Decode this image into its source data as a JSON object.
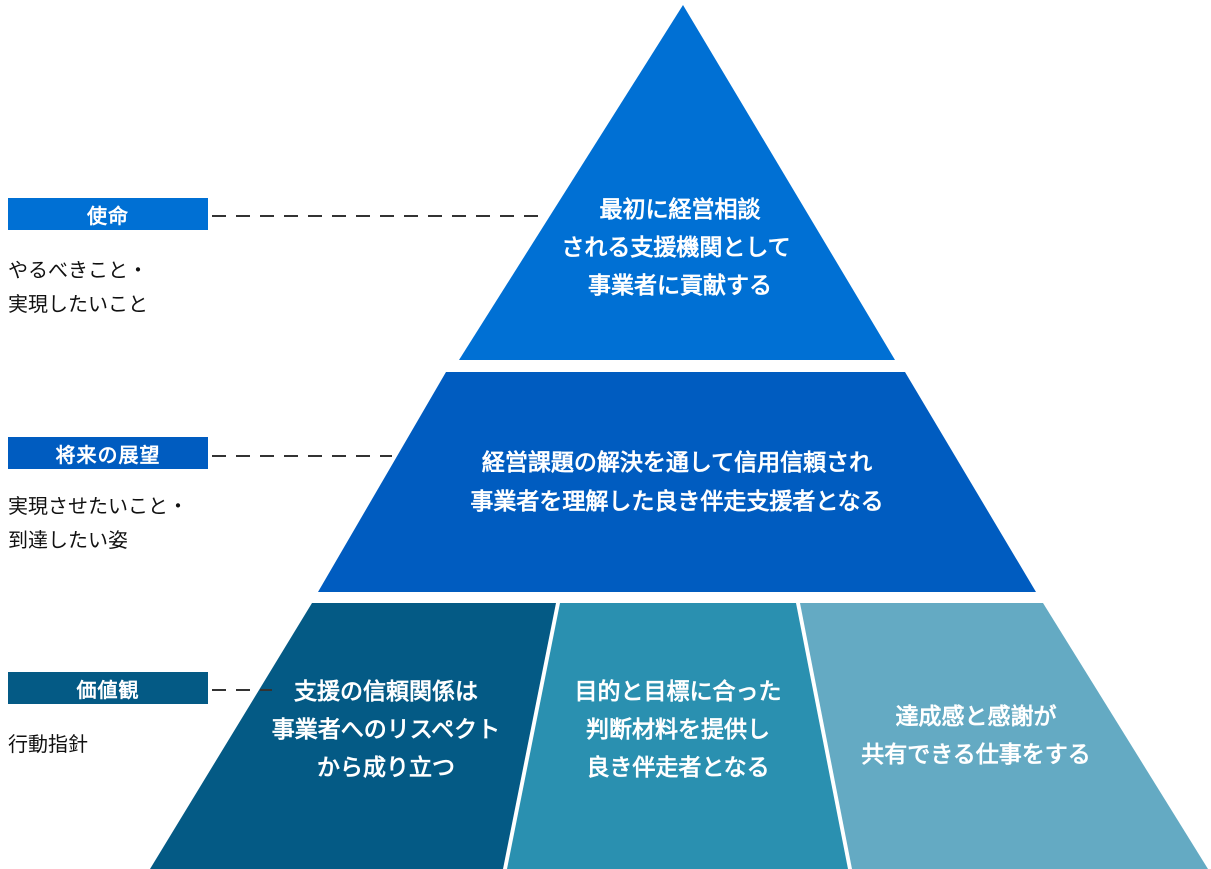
{
  "colors": {
    "tier_mission": "#0070d4",
    "tier_vision": "#005cc0",
    "tier_value_1": "#045a85",
    "tier_value_2": "#2a90b0",
    "tier_value_3": "#64aac3",
    "badge_mission": "#0070d4",
    "badge_vision": "#005cc0",
    "badge_value": "#045a85",
    "leader": "#333333"
  },
  "left_labels": [
    {
      "badge": "使命",
      "desc": [
        "やるべきこと・",
        "実現したいこと"
      ]
    },
    {
      "badge": "将来の展望",
      "desc": [
        "実現させたいこと・",
        "到達したい姿"
      ]
    },
    {
      "badge": "価値観",
      "desc": [
        "行動指針"
      ]
    }
  ],
  "pyramid": {
    "mission": {
      "lines": [
        "最初に経営相談",
        "される支援機関として",
        "事業者に貢献する"
      ]
    },
    "vision": {
      "lines": [
        "経営課題の解決を通して信用信頼され",
        "事業者を理解した良き伴走支援者となる"
      ]
    },
    "values": [
      {
        "lines": [
          "支援の信頼関係は",
          "事業者へのリスペクト",
          "から成り立つ"
        ]
      },
      {
        "lines": [
          "目的と目標に合った",
          "判断材料を提供し",
          "良き伴走者となる"
        ]
      },
      {
        "lines": [
          "達成感と感謝が",
          "共有できる仕事をする"
        ]
      }
    ]
  }
}
